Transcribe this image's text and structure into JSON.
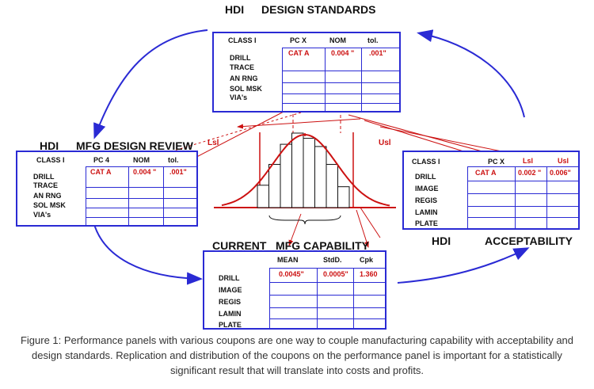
{
  "design_standards": {
    "hdi": "HDI",
    "title": "DESIGN STANDARDS",
    "columns": [
      "CLASS I",
      "PC X",
      "NOM",
      "tol."
    ],
    "rows": [
      "DRILL",
      "TRACE",
      "AN RNG",
      "SOL MSK",
      "VIA's"
    ],
    "drill_values": [
      "CAT A",
      "0.004 \"",
      ".001\""
    ]
  },
  "mfg_review": {
    "hdi": "HDI",
    "title": "MFG DESIGN REVIEW",
    "columns": [
      "CLASS I",
      "PC 4",
      "NOM",
      "tol."
    ],
    "rows": [
      "DRILL",
      "TRACE",
      "AN RNG",
      "SOL MSK",
      "VIA's"
    ],
    "drill_values": [
      "CAT A",
      "0.004 \"",
      ".001\""
    ]
  },
  "acceptability": {
    "hdi": "HDI",
    "title": "ACCEPTABILITY",
    "columns": [
      "CLASS I",
      "PC X",
      "Lsl",
      "Usl"
    ],
    "rows": [
      "DRILL",
      "IMAGE",
      "REGIS",
      "LAMIN",
      "PLATE"
    ],
    "drill_values": [
      "CAT A",
      "0.002 \"",
      "0.006\""
    ]
  },
  "capability": {
    "current": "CURRENT",
    "title": "MFG CAPABILITY",
    "columns": [
      "MEAN",
      "StdD.",
      "Cpk"
    ],
    "rows": [
      "DRILL",
      "IMAGE",
      "REGIS",
      "LAMIN",
      "PLATE"
    ],
    "drill_values": [
      "0.0045\"",
      "0.0005\"",
      "1.360"
    ]
  },
  "histogram": {
    "lsl": "Lsl",
    "usl": "Usl",
    "bars": [
      0.3,
      0.58,
      0.85,
      1.0,
      0.93,
      0.82,
      0.58,
      0.28
    ],
    "colors": {
      "curve": "#cc1111",
      "bars": "#111111",
      "panel": "#2a2ad4",
      "arrow": "#2a2ad4"
    }
  },
  "caption": "Figure 1: Performance panels with various coupons are one way to couple manufacturing capability with acceptability and design standards. Replication and distribution of the coupons on the performance panel is important for a statistically significant result that will translate into costs and profits."
}
